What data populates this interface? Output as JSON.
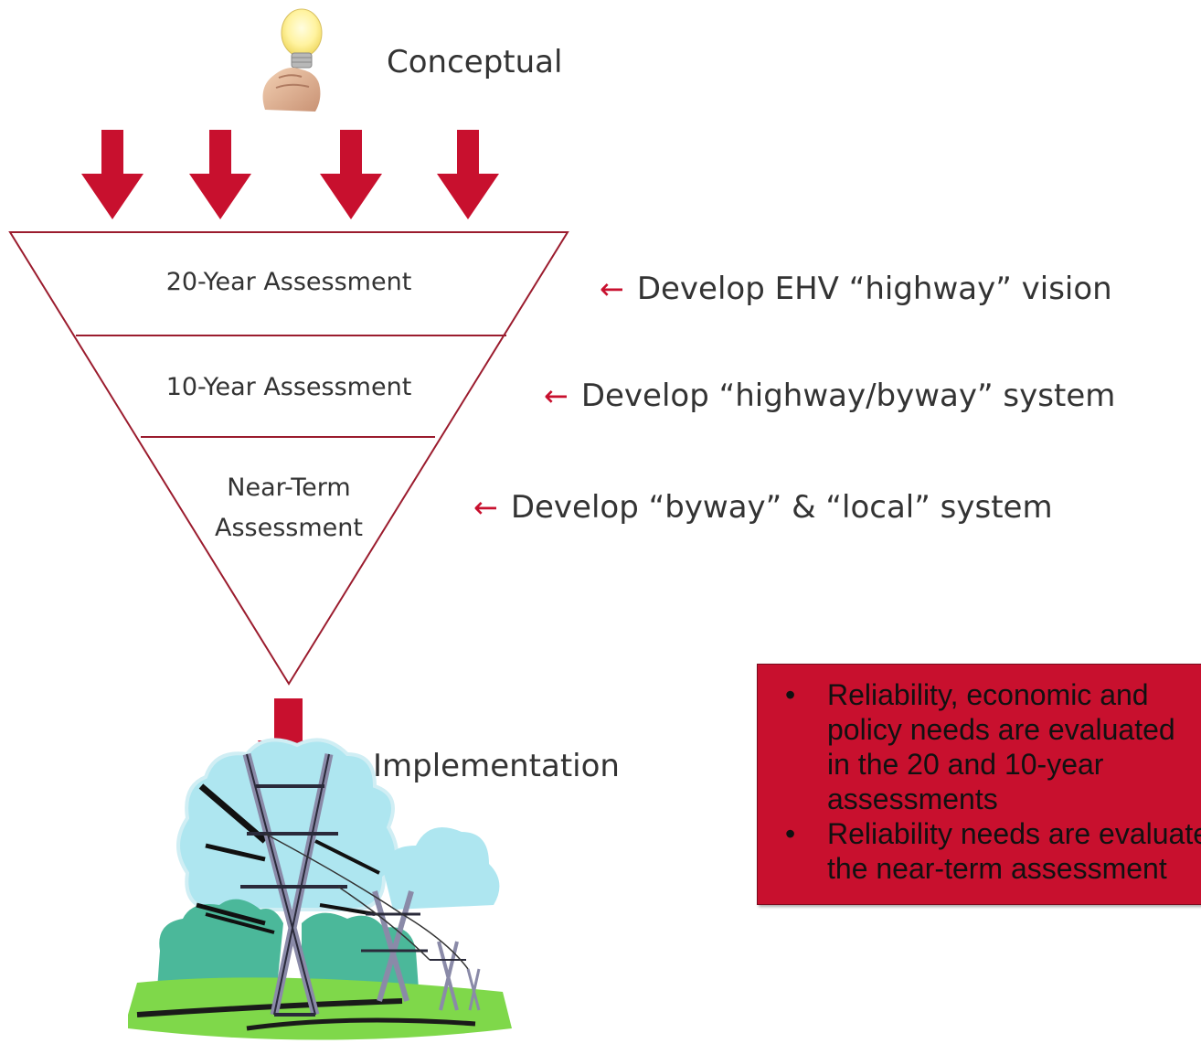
{
  "stages": {
    "top": "Conceptual",
    "bottom": "Implementation"
  },
  "funnel": {
    "levels": [
      {
        "label": "20-Year Assessment"
      },
      {
        "label": "10-Year Assessment"
      },
      {
        "label_line1": "Near-Term",
        "label_line2": "Assessment"
      }
    ]
  },
  "descriptions": [
    "Develop EHV “highway” vision",
    "Develop “highway/byway” system",
    "Develop “byway” & “local” system"
  ],
  "arrow_glyph": "←",
  "callout": {
    "bullet": "•",
    "items": [
      "Reliability, economic and policy needs are evaluated in the 20 and 10-year assessments",
      "Reliability needs are evaluated in the near-term assessment"
    ]
  },
  "icons": {
    "top": "lightbulb-icon",
    "bottom": "power-tower-icon"
  },
  "colors": {
    "accent": "#c8102e",
    "text": "#333333"
  }
}
